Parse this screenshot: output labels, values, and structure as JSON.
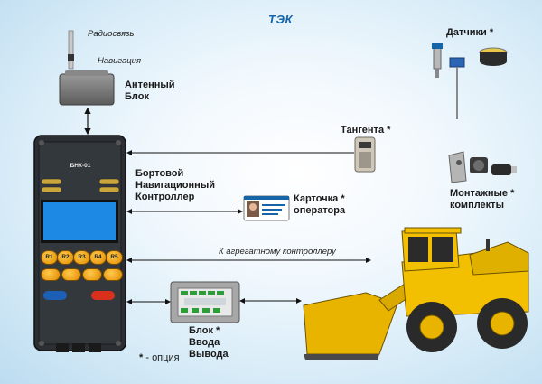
{
  "logo": "ТЭК",
  "labels": {
    "radio": "Радиосвязь",
    "navigation": "Навигация",
    "antenna_block_line1": "Антенный",
    "antenna_block_line2": "Блок",
    "sensors": "Датчики",
    "tangent": "Тангента",
    "board_line1": "Бортовой",
    "board_line2": "Навигационный",
    "board_line3": "Контроллер",
    "mounting_line1": "Монтажные",
    "mounting_line2": "комплекты",
    "card_line1": "Карточка",
    "card_line2": "оператора",
    "aggregate_controller": "К агрегатному контроллеру",
    "io_line1": "Блок",
    "io_line2": "Ввода",
    "io_line3": "Вывода",
    "option_note": "- опция",
    "asterisk": "*"
  },
  "device": {
    "title": "БНК-01",
    "buttons": [
      "R1",
      "R2",
      "R3",
      "R4",
      "R5"
    ]
  },
  "colors": {
    "accent": "#1565a8",
    "device_body": "#2b2f33",
    "screen": "#1e88e5",
    "button_amber": "#f0a020",
    "loader_yellow": "#f2c000"
  }
}
